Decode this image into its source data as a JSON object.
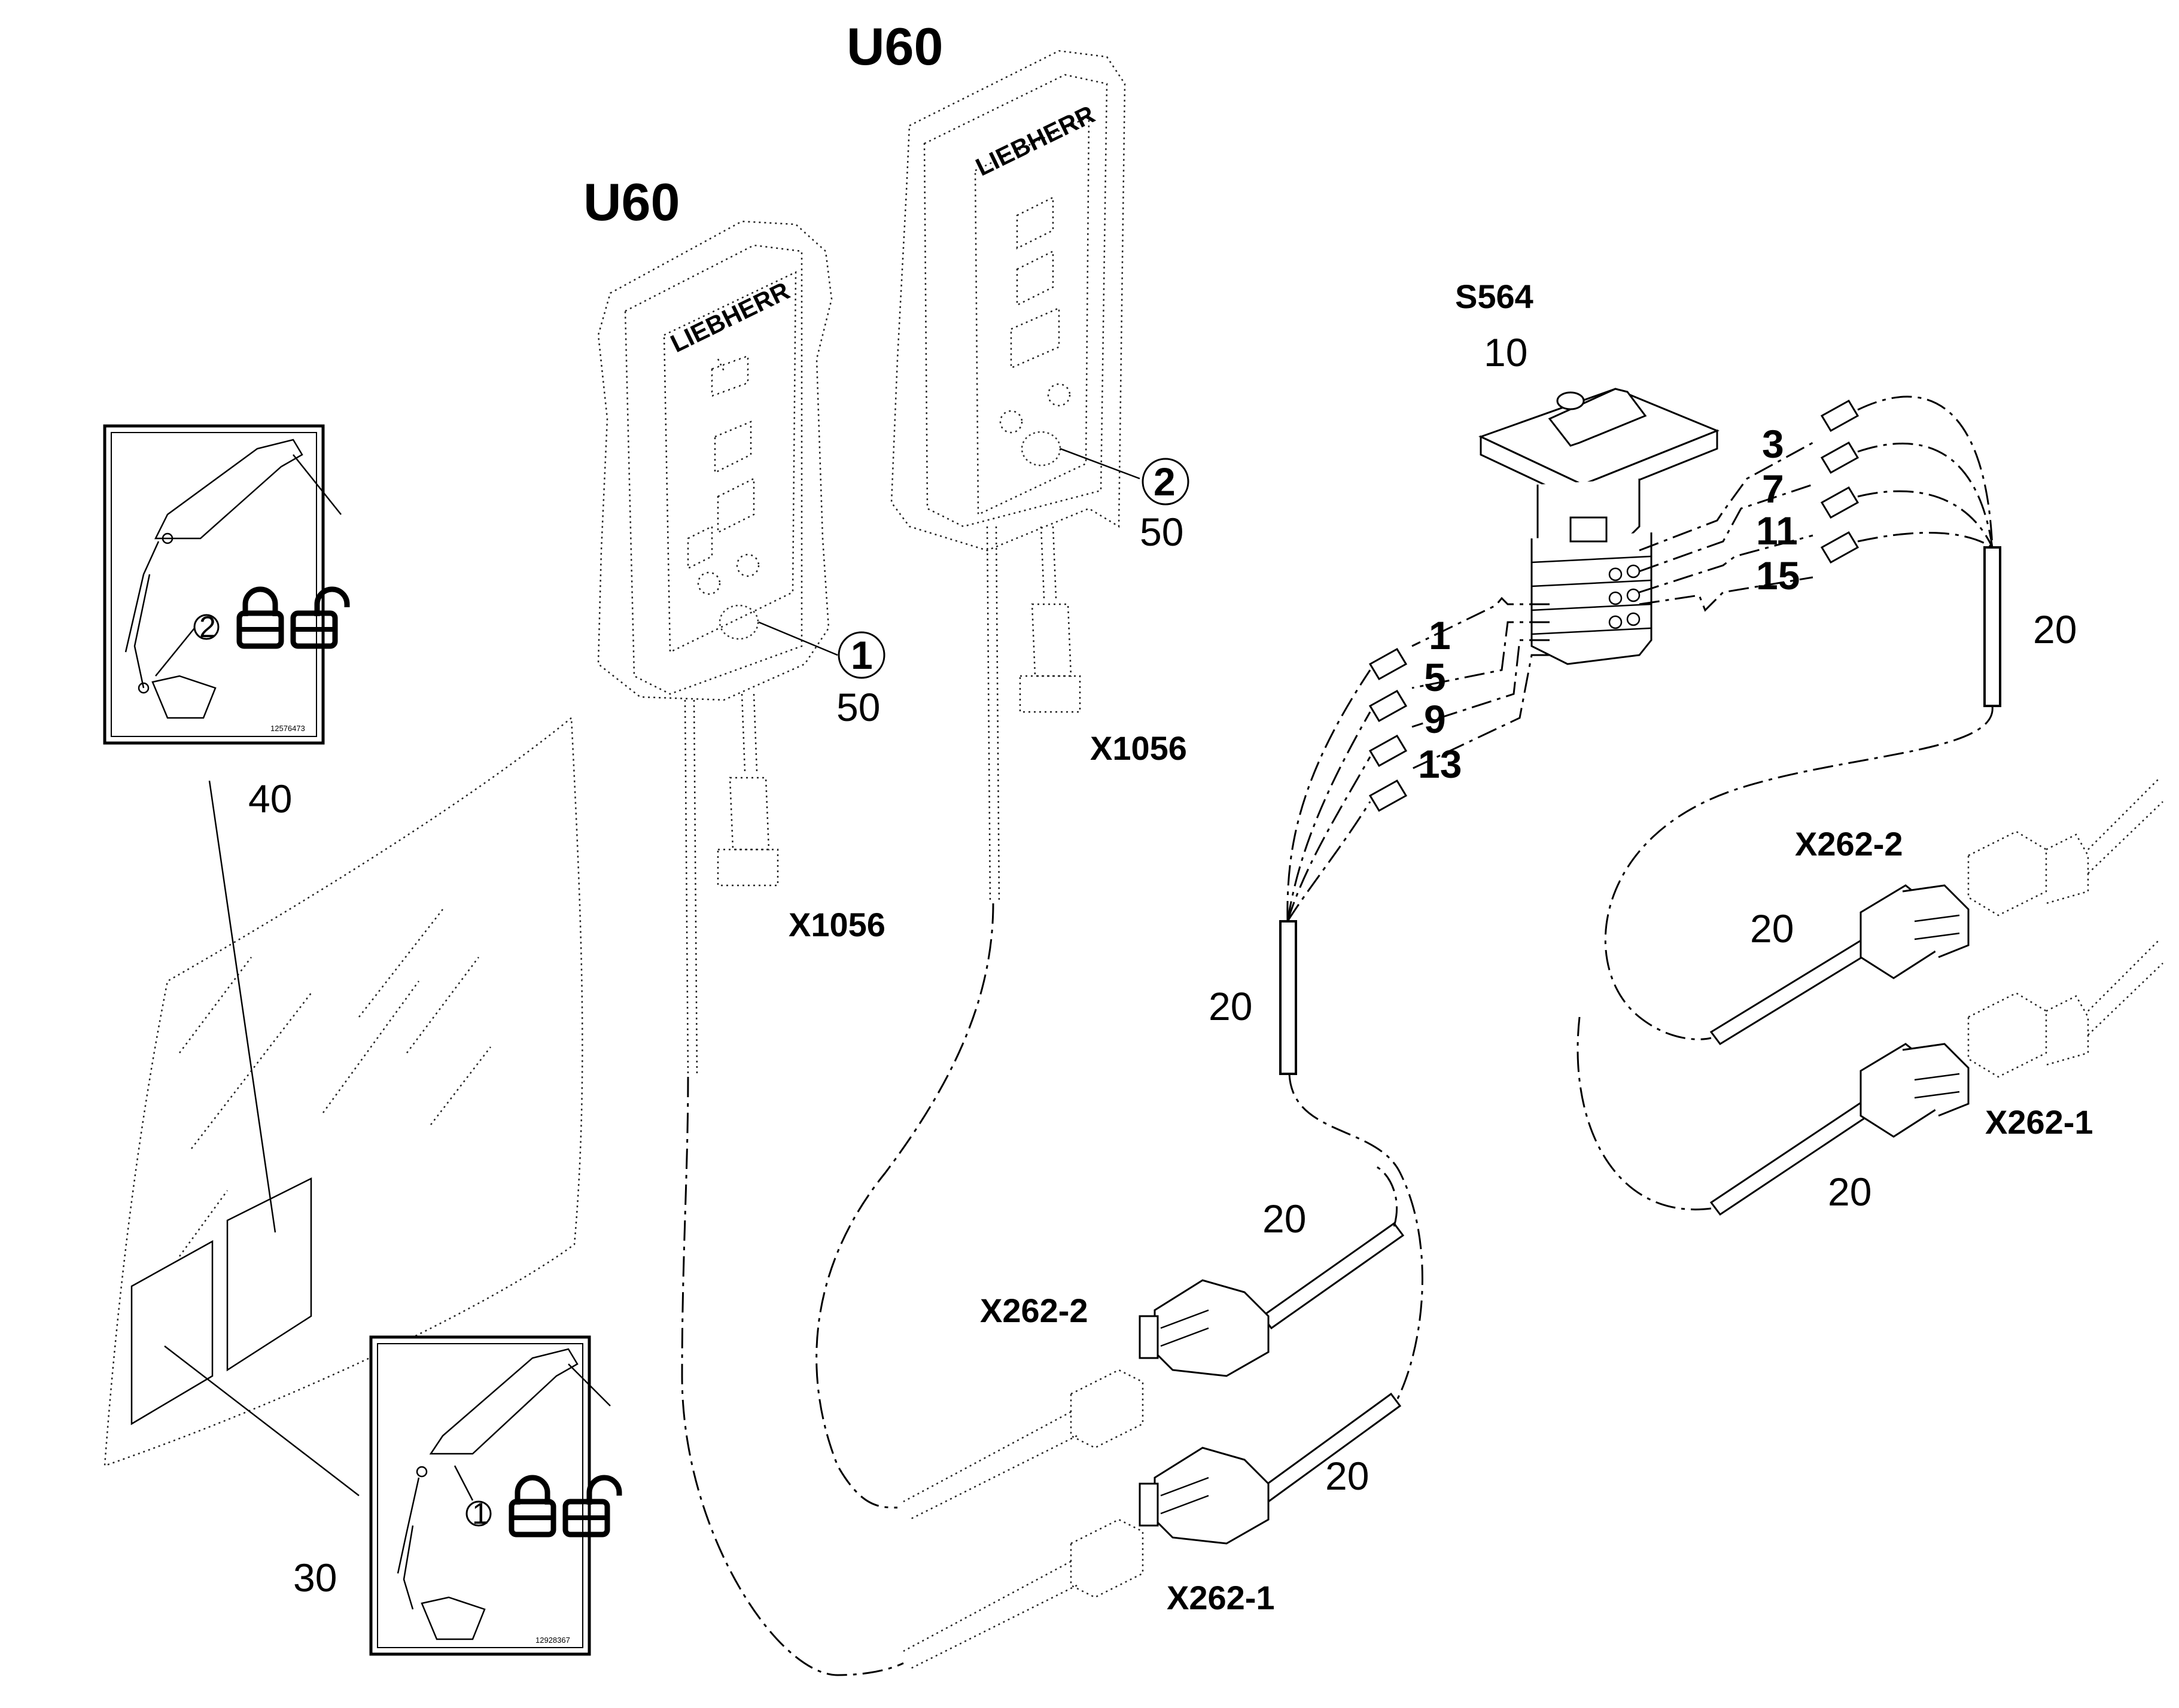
{
  "labels": {
    "u60_left": "U60",
    "u60_right": "U60",
    "s564": "S564",
    "item_10": "10",
    "x1056_left": "X1056",
    "x1056_right": "X1056",
    "item_50_left": "50",
    "item_50_right": "50",
    "callout_1": "1",
    "callout_2": "2",
    "item_40": "40",
    "item_30": "30",
    "item_20_a": "20",
    "item_20_b": "20",
    "item_20_c": "20",
    "item_20_d": "20",
    "item_20_e": "20",
    "item_20_f": "20",
    "x262_2_left": "X262-2",
    "x262_1_left": "X262-1",
    "x262_2_right": "X262-2",
    "x262_1_right": "X262-1",
    "term_1": "1",
    "term_5": "5",
    "term_9": "9",
    "term_13": "13",
    "term_3": "3",
    "term_7": "7",
    "term_11": "11",
    "term_15": "15",
    "brand": "LIEBHERR",
    "sticker_top_code": "12576473",
    "sticker_bottom_code": "12928367",
    "sticker_top_num": "2",
    "sticker_bottom_num": "1"
  }
}
